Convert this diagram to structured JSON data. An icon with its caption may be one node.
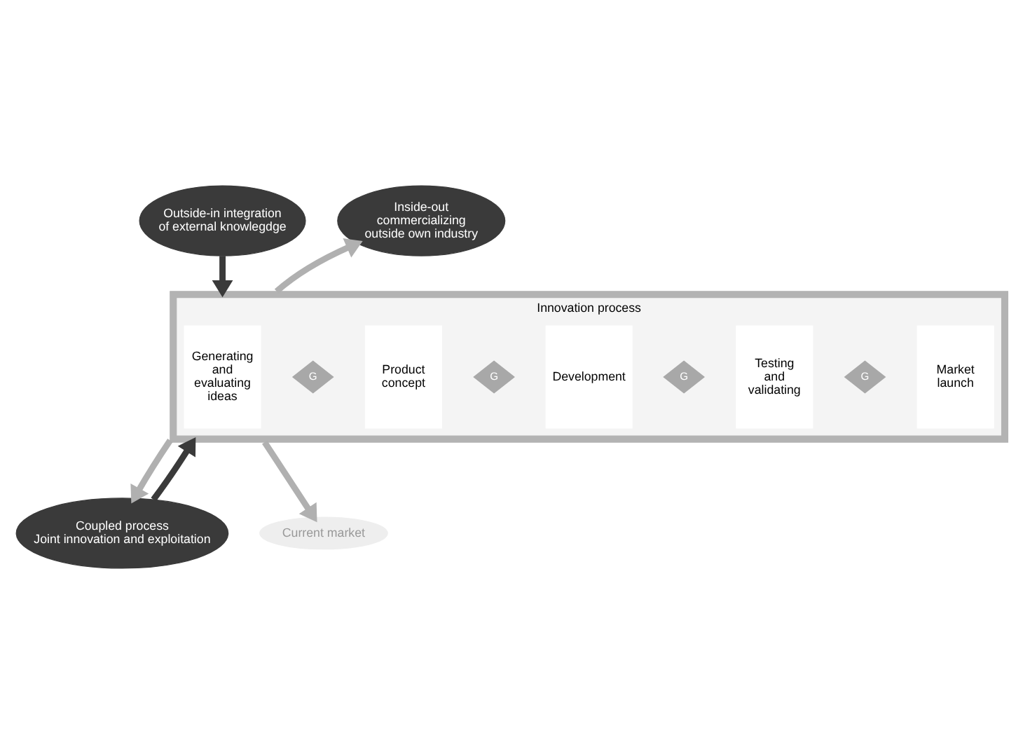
{
  "diagram": {
    "nodes": [
      {
        "text": [
          "Outside-in integration of external knowlegdge"
        ]
      },
      {
        "text": [
          "Inside-out commercializing outside own industry"
        ]
      },
      {
        "text": [],
        "shape": "funnel"
      },
      {
        "text": [
          "Innovation process"
        ],
        "in": 2
      },
      {
        "text": [
          "Generating and evaluating ideas"
        ],
        "in": 3
      },
      {
        "text": [
          "G"
        ],
        "in": 3
      },
      {
        "text": [
          "Product concept"
        ],
        "in": 3
      },
      {
        "text": [
          "G"
        ],
        "in": 3
      },
      {
        "text": [
          "Development"
        ],
        "in": 3
      },
      {
        "text": [
          "G"
        ],
        "in": 3
      },
      {
        "text": [
          "Testing and validating"
        ],
        "in": 3
      },
      {
        "text": [
          "G"
        ],
        "in": 3
      },
      {
        "text": [
          "Market launch"
        ],
        "in": 3
      },
      {
        "text": [
          "Current market"
        ]
      },
      {
        "text": [
          "Coupled process",
          "Joint innovation and exploitation"
        ]
      }
    ],
    "edges": [
      {
        "from": 0,
        "to": 2,
        "arrow": "to",
        "color": "#3a3a3a"
      },
      {
        "from": 2,
        "to": 1,
        "arrow": "to"
      },
      {
        "from": 2,
        "to": 13,
        "arrow": "to"
      },
      {
        "from": 2,
        "to": 14,
        "arrow": "to"
      },
      {
        "from": 14,
        "to": 2,
        "arrow": "to",
        "color": "#3a3a3a"
      }
    ]
  }
}
